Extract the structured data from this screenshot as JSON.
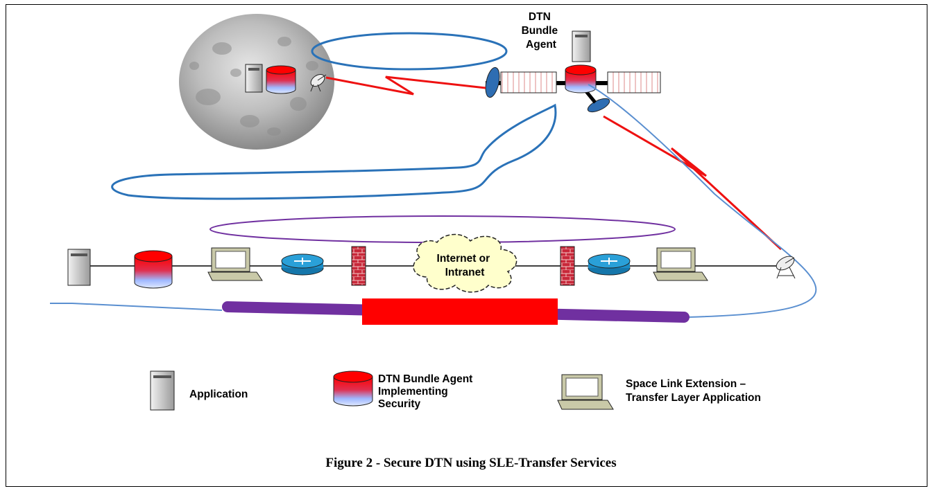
{
  "diagram": {
    "top_agent_label": [
      "DTN",
      "Bundle",
      "Agent"
    ],
    "cloud_label": [
      "Internet or",
      "Intranet"
    ],
    "legend": {
      "application": [
        "Application"
      ],
      "bundle_agent": [
        "DTN Bundle Agent",
        "Implementing",
        "Security"
      ],
      "sle_app": [
        "Space Link Extension –",
        "Transfer Layer Application"
      ]
    },
    "caption": "Figure 2 - Secure DTN using SLE-Transfer Services"
  },
  "colors": {
    "link_red": "#ee1111",
    "bundle_blue": "#2a72b8",
    "tunnel_purple": "#7030a0",
    "router_blue": "#1a8cc6",
    "firewall_red": "#c8283a"
  }
}
